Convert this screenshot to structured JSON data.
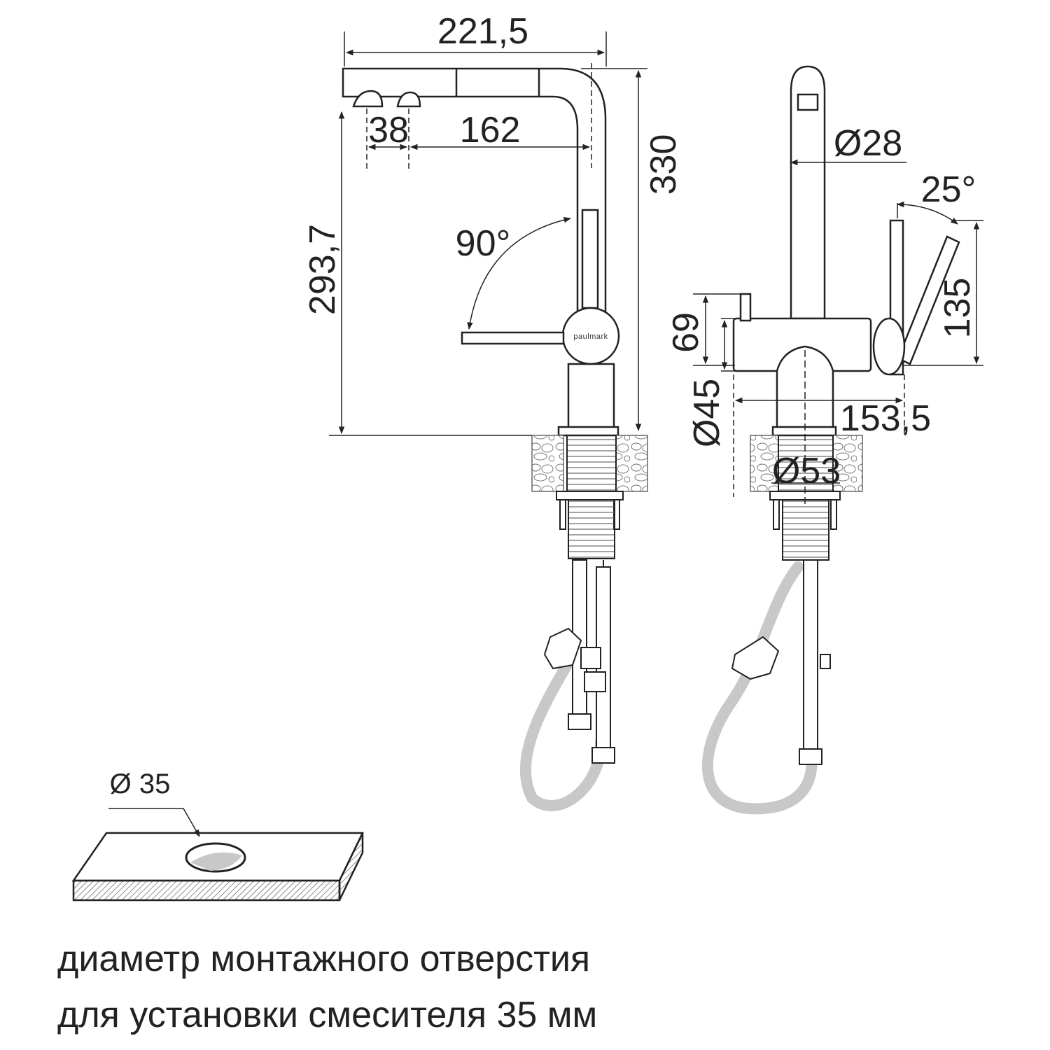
{
  "brand": "paulmark",
  "dimensions": {
    "width_total": "221,5",
    "aerator_spacing": "38",
    "spout_reach": "162",
    "height_total": "330",
    "spout_height": "293,7",
    "lever_rotation": "90°",
    "spout_diameter": "Ø28",
    "side_lever_angle": "25°",
    "side_lever_height": "135",
    "body_height": "69",
    "body_diameter": "Ø45",
    "body_width": "153,5",
    "base_diameter": "Ø53"
  },
  "mounting": {
    "hole_diameter": "Ø 35",
    "caption_line1": "диаметр монтажного отверстия",
    "caption_line2": "для установки смесителя 35 мм"
  },
  "colors": {
    "line": "#222222",
    "hose": "#c8c8c8",
    "stone": "#bdbdbd"
  }
}
